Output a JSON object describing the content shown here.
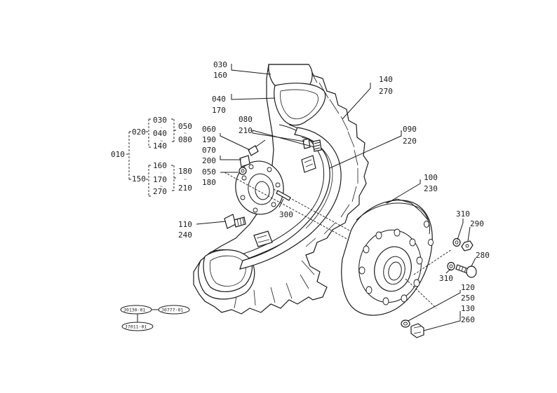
{
  "callouts": {
    "c030": "030",
    "c160": "160",
    "c040": "040",
    "c170": "170",
    "c140": "140",
    "c270": "270",
    "c080": "080",
    "c210": "210",
    "c090": "090",
    "c220": "220",
    "c060": "060",
    "c190": "190",
    "c070": "070",
    "c200": "200",
    "c050": "050",
    "c180": "180",
    "c300": "300",
    "c100": "100",
    "c230": "230",
    "c110": "110",
    "c240": "240",
    "c310a": "310",
    "c290": "290",
    "c280": "280",
    "c310b": "310",
    "c120": "120",
    "c250": "250",
    "c130": "130",
    "c260": "260"
  },
  "tree": {
    "root": "010",
    "g020": "020",
    "g020_a": "030",
    "g020_b": "040",
    "g020_c": "140",
    "g020_r1": "050",
    "g020_r2": "080",
    "g150": "150",
    "g150_a": "160",
    "g150_b": "170",
    "g150_c": "270",
    "g150_r1": "180",
    "g150_r2": "210",
    "tilde": "~",
    "dot": "·"
  },
  "refs": {
    "r1": "J0130-01",
    "r2": "J0777-01",
    "r3": "J7011-01"
  }
}
